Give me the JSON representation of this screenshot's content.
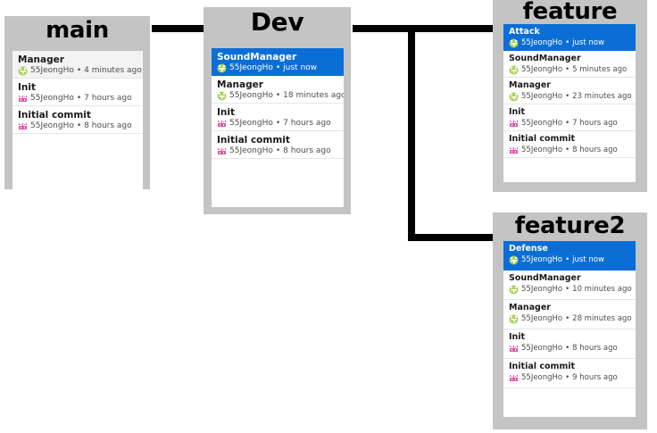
{
  "view": {
    "kind": "git-branch-graph",
    "background": "#ffffff",
    "panel_bg": "#c4c4c4",
    "list_bg": "#ffffff",
    "selected_bg": "#0b6ed6",
    "selected_fg": "#ffffff",
    "connector_color": "#000000",
    "avatar_green": "#a9d15b",
    "avatar_pink": "#e254ab"
  },
  "branches": [
    {
      "id": "main",
      "title": "main",
      "commits": [
        {
          "message": "Manager",
          "author": "55JeongHo",
          "time": "4 minutes ago",
          "avatar": "avatar-green",
          "selected": false,
          "shaded": true
        },
        {
          "message": "Init",
          "author": "55JeongHo",
          "time": "7 hours ago",
          "avatar": "avatar-pink",
          "selected": false,
          "shaded": false
        },
        {
          "message": "Initial commit",
          "author": "55JeongHo",
          "time": "8 hours ago",
          "avatar": "avatar-pink",
          "selected": false,
          "shaded": false
        }
      ]
    },
    {
      "id": "dev",
      "title": "Dev",
      "commits": [
        {
          "message": "SoundManager",
          "author": "55JeongHo",
          "time": "just now",
          "avatar": "avatar-green",
          "selected": true,
          "shaded": false
        },
        {
          "message": "Manager",
          "author": "55JeongHo",
          "time": "18 minutes ago",
          "avatar": "avatar-green",
          "selected": false,
          "shaded": false
        },
        {
          "message": "Init",
          "author": "55JeongHo",
          "time": "7 hours ago",
          "avatar": "avatar-pink",
          "selected": false,
          "shaded": false
        },
        {
          "message": "Initial commit",
          "author": "55JeongHo",
          "time": "8 hours ago",
          "avatar": "avatar-pink",
          "selected": false,
          "shaded": false
        }
      ]
    },
    {
      "id": "feature",
      "title": "feature",
      "commits": [
        {
          "message": "Attack",
          "author": "55JeongHo",
          "time": "just now",
          "avatar": "avatar-green",
          "selected": true,
          "shaded": false
        },
        {
          "message": "SoundManager",
          "author": "55JeongHo",
          "time": "5 minutes ago",
          "avatar": "avatar-green",
          "selected": false,
          "shaded": false
        },
        {
          "message": "Manager",
          "author": "55JeongHo",
          "time": "23 minutes ago",
          "avatar": "avatar-green",
          "selected": false,
          "shaded": false
        },
        {
          "message": "Init",
          "author": "55JeongHo",
          "time": "7 hours ago",
          "avatar": "avatar-pink",
          "selected": false,
          "shaded": false
        },
        {
          "message": "Initial commit",
          "author": "55JeongHo",
          "time": "8 hours ago",
          "avatar": "avatar-pink",
          "selected": false,
          "shaded": false
        }
      ]
    },
    {
      "id": "feature2",
      "title": "feature2",
      "commits": [
        {
          "message": "Defense",
          "author": "55JeongHo",
          "time": "just now",
          "avatar": "avatar-green",
          "selected": true,
          "shaded": false
        },
        {
          "message": "SoundManager",
          "author": "55JeongHo",
          "time": "10 minutes ago",
          "avatar": "avatar-green",
          "selected": false,
          "shaded": false
        },
        {
          "message": "Manager",
          "author": "55JeongHo",
          "time": "28 minutes ago",
          "avatar": "avatar-green",
          "selected": false,
          "shaded": false
        },
        {
          "message": "Init",
          "author": "55JeongHo",
          "time": "8 hours ago",
          "avatar": "avatar-pink",
          "selected": false,
          "shaded": false
        },
        {
          "message": "Initial commit",
          "author": "55JeongHo",
          "time": "9 hours ago",
          "avatar": "avatar-pink",
          "selected": false,
          "shaded": false
        }
      ]
    }
  ],
  "separator": "•",
  "connectors": [
    {
      "id": "main-to-dev",
      "orientation": "horizontal"
    },
    {
      "id": "dev-to-split",
      "orientation": "horizontal"
    },
    {
      "id": "split-vertical",
      "orientation": "vertical"
    },
    {
      "id": "split-to-feature2",
      "orientation": "horizontal"
    }
  ]
}
